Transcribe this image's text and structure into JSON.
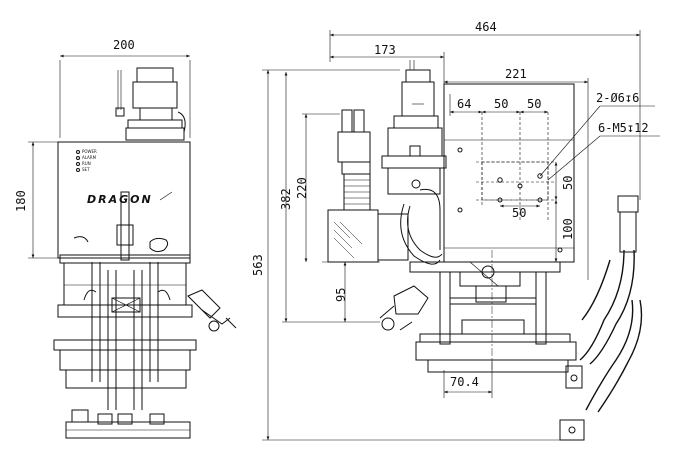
{
  "drawing": {
    "front_view": {
      "width_label": "200",
      "height_label": "180",
      "brand_text": "DRAGON",
      "panel_labels": [
        "POWER",
        "ALARM",
        "RUN",
        "SET"
      ]
    },
    "side_view": {
      "overall_width": "464",
      "left_offset": "173",
      "right_part": "221",
      "height_220": "220",
      "height_382": "382",
      "height_563": "563",
      "height_95": "95",
      "width_70_4": "70.4"
    },
    "mounting_holes": {
      "dim_64": "64",
      "dim_50_a": "50",
      "dim_50_b": "50",
      "dim_50_v": "50",
      "dim_50_bottom": "50",
      "dim_100": "100",
      "callout_1": "2-Ø6↧6",
      "callout_2": "6-M5↧12"
    }
  }
}
